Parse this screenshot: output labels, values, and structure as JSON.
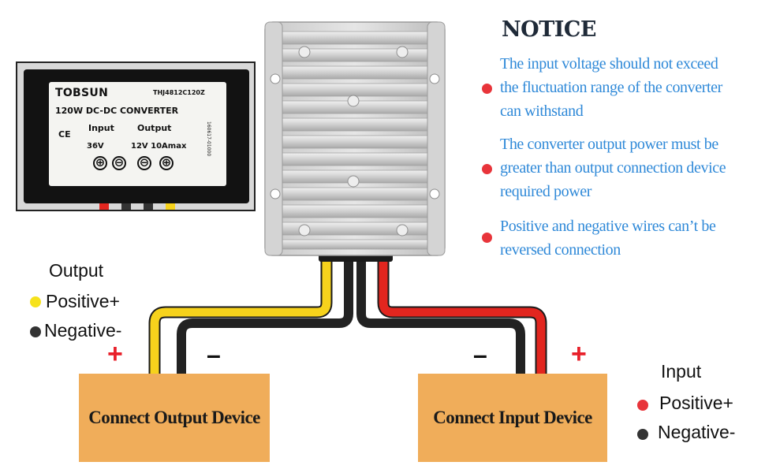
{
  "label": {
    "brand": "TOBSUN",
    "model": "THJ4812C120Z",
    "title": "120W DC-DC CONVERTER",
    "ce": "CE",
    "input_label": "Input",
    "output_label": "Output",
    "input_voltage": "36V",
    "output_spec": "12V 10Amax",
    "serial": "160617-01000",
    "symbols": [
      "⊕",
      "⊖",
      "⊖",
      "⊕"
    ]
  },
  "notice": {
    "title": "NOTICE",
    "items": [
      {
        "lines": [
          "The input voltage  should not exceed",
          "the fluctuation range of the converter",
          "can withstand"
        ]
      },
      {
        "lines": [
          "The converter output power must be",
          "greater than output connection device",
          "required power"
        ]
      },
      {
        "lines": [
          "Positive and negative wires can’t be",
          "reversed connection"
        ]
      }
    ]
  },
  "output_legend": {
    "title": "Output",
    "positive": "Positive+",
    "negative": "Negative-"
  },
  "input_legend": {
    "title": "Input",
    "positive": "Positive+",
    "negative": "Negative-"
  },
  "devices": {
    "output": "Connect Output Device",
    "input": "Connect Input Device"
  },
  "signs": {
    "output_plus": "+",
    "output_minus": "–",
    "input_minus": "–",
    "input_plus": "+"
  },
  "colors": {
    "wire_yellow": "#f6d21c",
    "wire_black": "#222222",
    "wire_red": "#e2261f",
    "device_fill": "#f0ad5a",
    "notice_text": "#2f89d8",
    "bullet_red": "#e8343a",
    "plus_red": "#e8202a"
  }
}
